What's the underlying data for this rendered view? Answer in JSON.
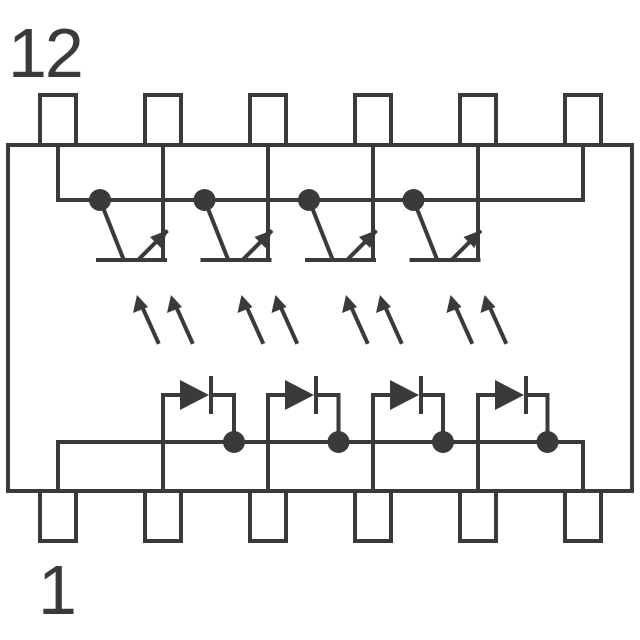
{
  "diagram": {
    "pin_label_top": "12",
    "pin_label_bottom": "1",
    "pins_per_side": 6,
    "channels": 4,
    "line_color": "#3a3a3a",
    "background": "#ffffff"
  }
}
